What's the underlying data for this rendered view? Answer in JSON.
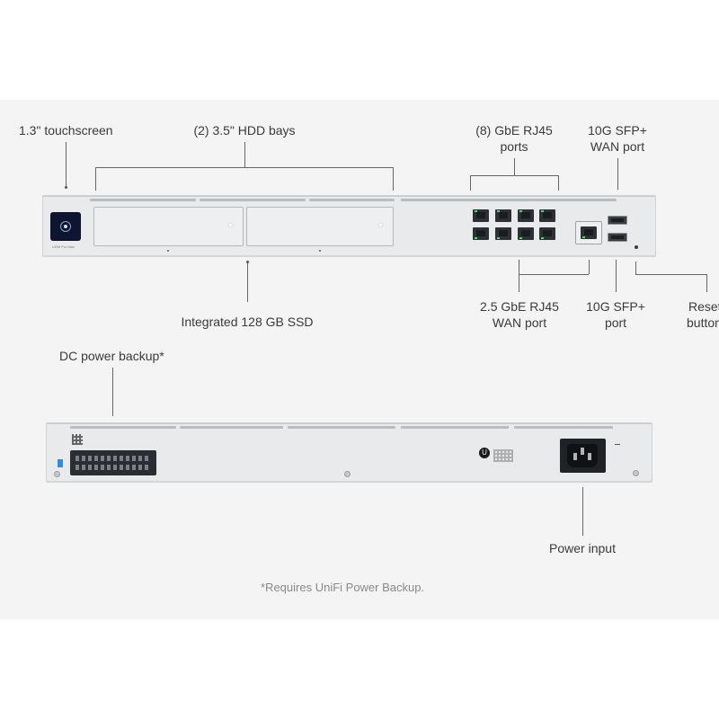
{
  "front_labels": {
    "touchscreen": "1.3\" touchscreen",
    "hdd_bays": "(2) 3.5\" HDD bays",
    "gbe_ports_line1": "(8) GbE RJ45",
    "gbe_ports_line2": "ports",
    "sfp_wan_line1": "10G SFP+",
    "sfp_wan_line2": "WAN port",
    "ssd": "Integrated 128 GB SSD",
    "wan25_line1": "2.5 GbE RJ45",
    "wan25_line2": "WAN port",
    "sfp_port_line1": "10G SFP+",
    "sfp_port_line2": "port",
    "reset_line1": "Reset",
    "reset_line2": "button"
  },
  "rear_labels": {
    "dc_power": "DC power backup*",
    "power_input": "Power input"
  },
  "footnote": "*Requires UniFi Power Backup.",
  "device": {
    "screen_caption": "UDM Pro Max",
    "rear_logo": "U"
  },
  "colors": {
    "panel_bg": "#f4f4f4",
    "chassis": "#e9eaec",
    "port_led": "#5fcf6a",
    "screen": "#0d1530",
    "accent_blue": "#2b8fe0"
  }
}
